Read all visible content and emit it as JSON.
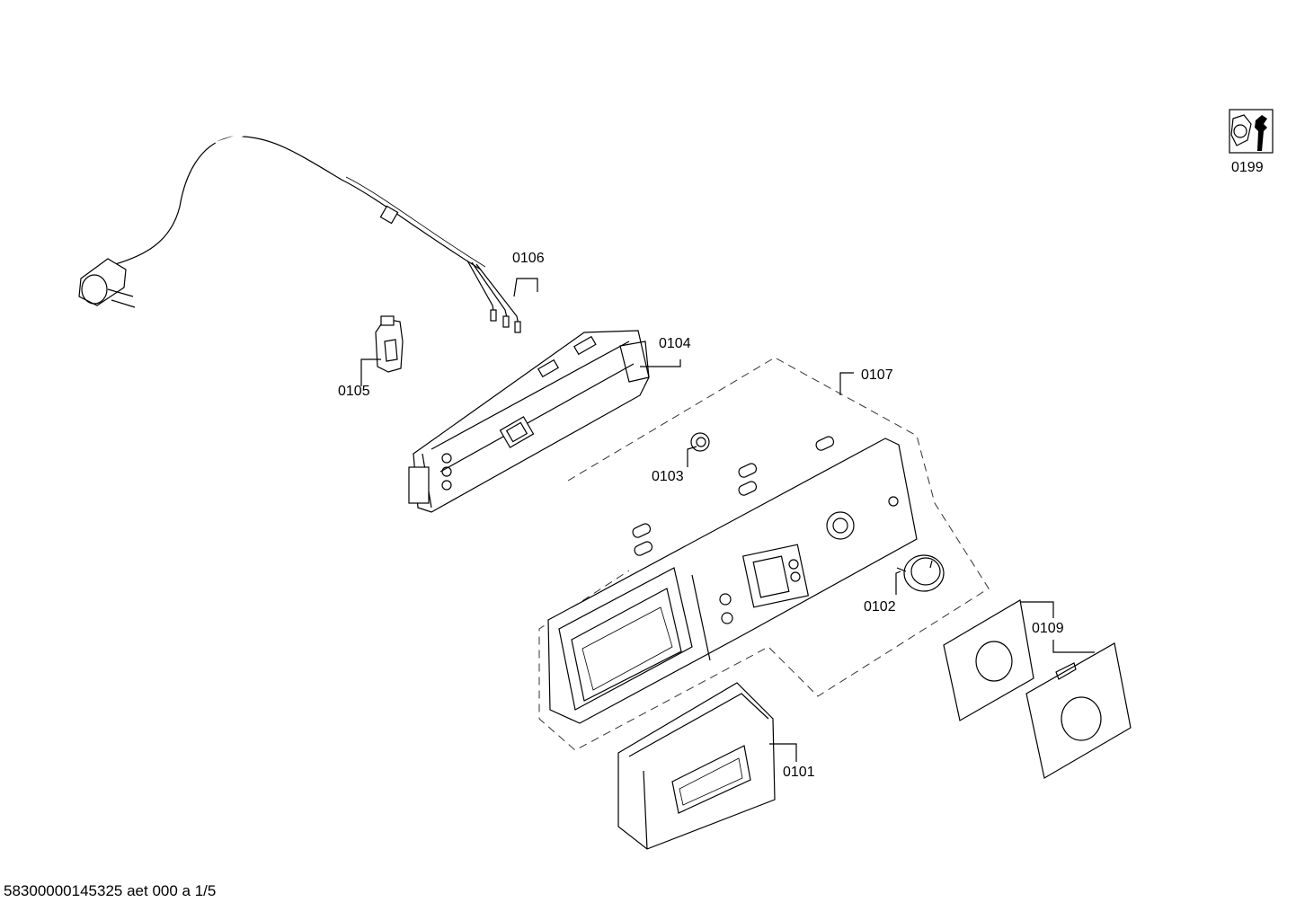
{
  "parts": [
    {
      "id": "p0101",
      "label": "0101"
    },
    {
      "id": "p0102",
      "label": "0102"
    },
    {
      "id": "p0103",
      "label": "0103"
    },
    {
      "id": "p0104",
      "label": "0104"
    },
    {
      "id": "p0105",
      "label": "0105"
    },
    {
      "id": "p0106",
      "label": "0106"
    },
    {
      "id": "p0107",
      "label": "0107"
    },
    {
      "id": "p0109",
      "label": "0109"
    },
    {
      "id": "p0199",
      "label": "0199"
    }
  ],
  "footer": "58300000145325 aet 000 a 1/5",
  "icons": {
    "service": "wrench-nut-icon"
  }
}
